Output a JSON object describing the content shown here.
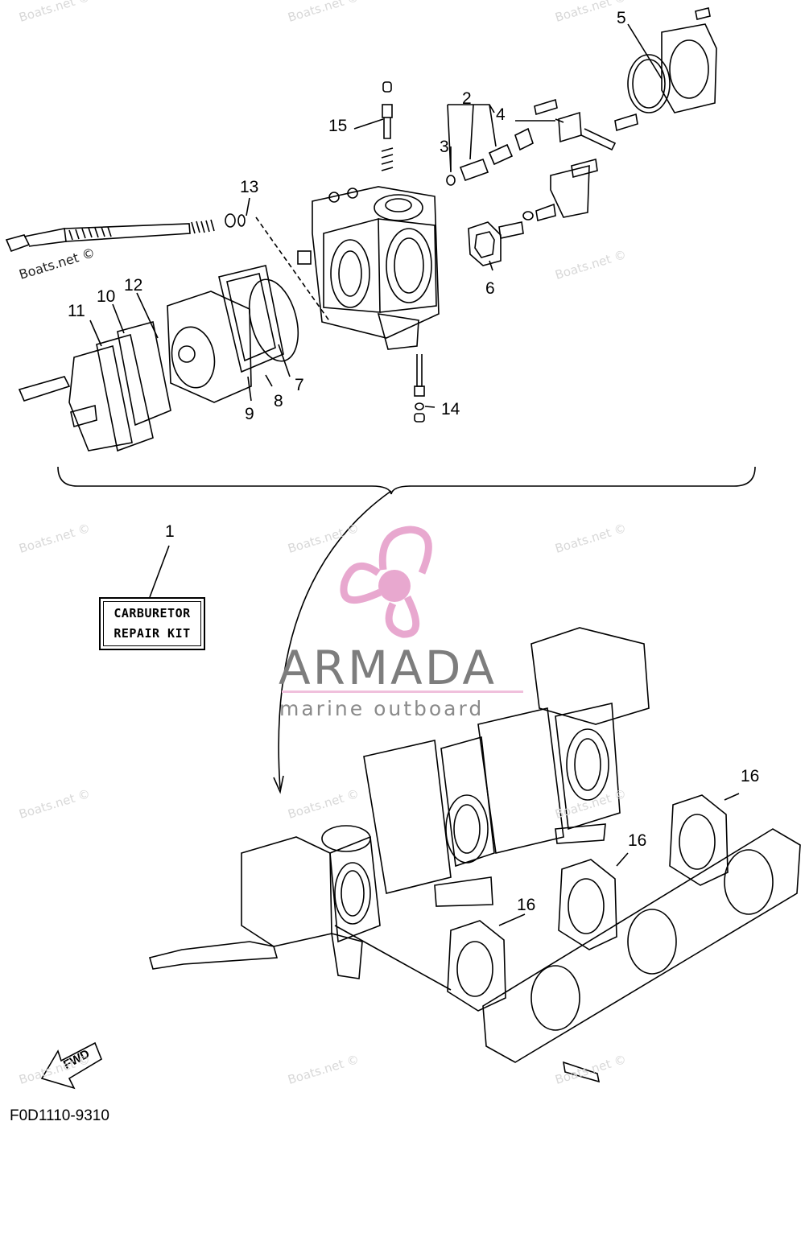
{
  "callouts": {
    "c1": "1",
    "c2": "2",
    "c3": "3",
    "c4": "4",
    "c5": "5",
    "c6": "6",
    "c7": "7",
    "c8": "8",
    "c9": "9",
    "c10": "10",
    "c11": "11",
    "c12": "12",
    "c13": "13",
    "c14": "14",
    "c15": "15",
    "c16a": "16",
    "c16b": "16",
    "c16c": "16"
  },
  "kit_label": {
    "line1": "CARBURETOR",
    "line2": "REPAIR KIT"
  },
  "diagram_code": "F0D1110-9310",
  "fwd_label": "FWD",
  "watermark": "Boats.net ©",
  "brand": {
    "name": "ARMADA",
    "tagline": "marine outboard",
    "accent_color": "#e8a8cf",
    "text_color": "#7d7d7d"
  }
}
